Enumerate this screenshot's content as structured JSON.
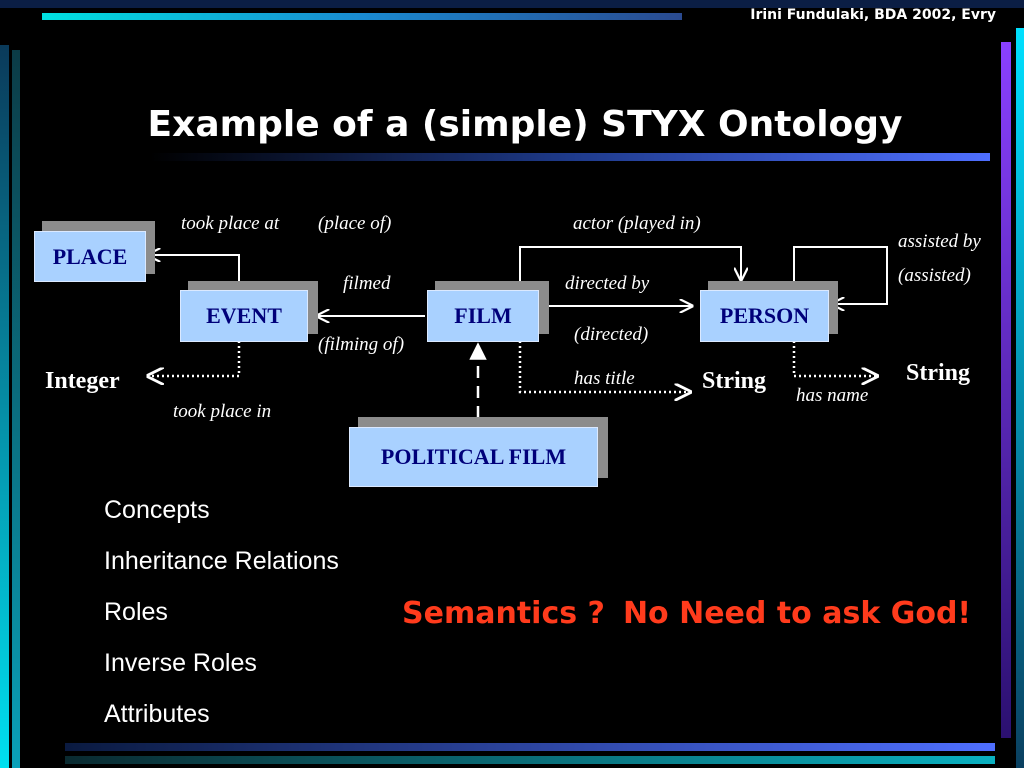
{
  "header": {
    "credit": "Irini Fundulaki, BDA 2002, Evry"
  },
  "title": "Example of a (simple) STYX Ontology",
  "concepts": {
    "place": "PLACE",
    "event": "EVENT",
    "film": "FILM",
    "person": "PERSON",
    "political_film": "POLITICAL FILM"
  },
  "roles": {
    "took_place_at": "took place at",
    "place_of": "(place of)",
    "actor_played_in": "actor  (played in)",
    "filmed": "filmed",
    "filming_of": "(filming of)",
    "directed_by": "directed by",
    "directed": "(directed)",
    "assisted_by": "assisted by",
    "assisted": "(assisted)"
  },
  "attributes": {
    "took_place_in": "took place in",
    "has_title": "has title",
    "has_name": "has name"
  },
  "datatypes": {
    "integer": "Integer",
    "string_title": "String",
    "string_name": "String"
  },
  "bullets": [
    "Concepts",
    "Inheritance Relations",
    "Roles",
    "Inverse Roles",
    "Attributes"
  ],
  "semantics": {
    "part1": "Semantics ?",
    "part2": "No Need to ask God!"
  },
  "colors": {
    "background": "#000000",
    "box_fill": "#a9d1ff",
    "box_text": "#00007a",
    "accent_red": "#ff3b1c",
    "bar_blue": "#4f6fff",
    "bar_cyan": "#00c8e0"
  }
}
